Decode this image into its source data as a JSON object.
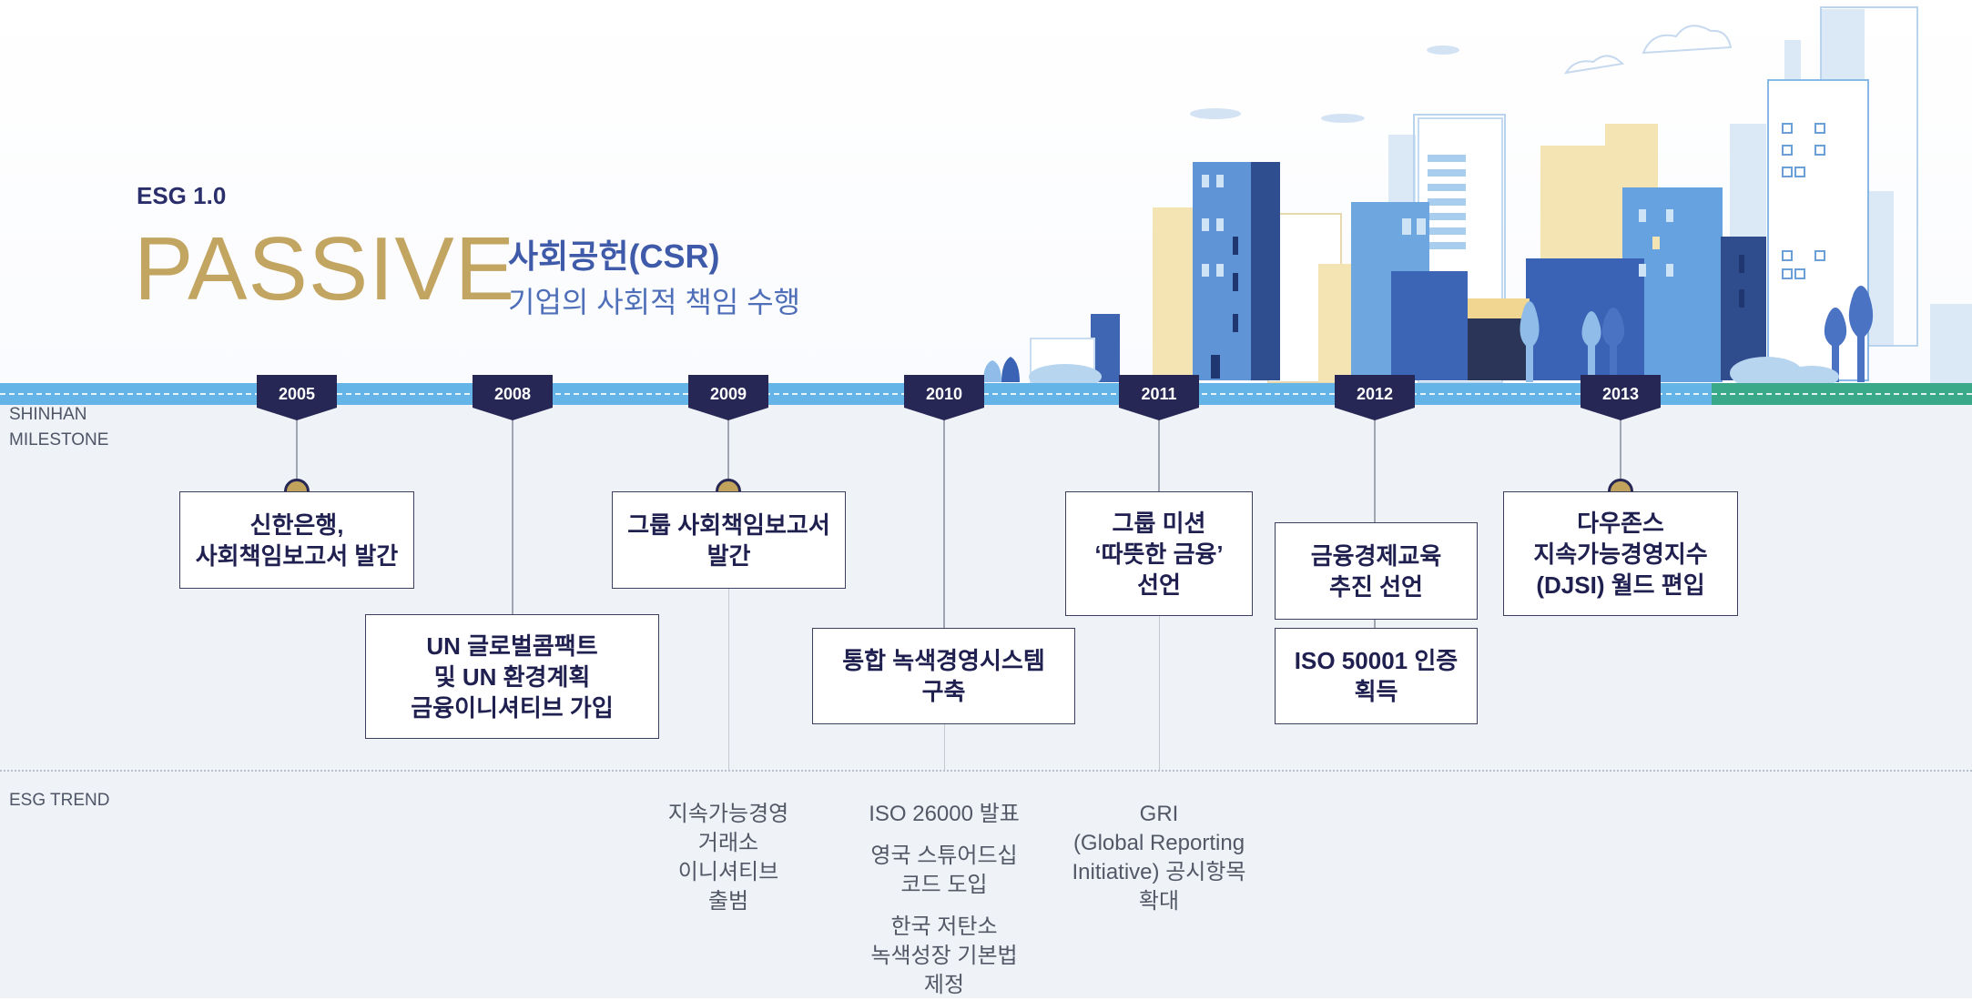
{
  "era": {
    "tag": "ESG 1.0",
    "title": "PASSIVE",
    "subtitle": "사회공헌(CSR)",
    "description": "기업의 사회적 책임 수행"
  },
  "rows": {
    "milestone_label": "SHINHAN\nMILESTONE",
    "trend_label": "ESG TREND"
  },
  "colors": {
    "navy": "#262754",
    "gold": "#c2a35c",
    "timeline_blue": "#65b4e8",
    "timeline_green": "#3aa98a",
    "lavender": "#3e5aa8"
  },
  "years": [
    "2005",
    "2008",
    "2009",
    "2010",
    "2011",
    "2012",
    "2013"
  ],
  "milestones": [
    {
      "year": "2005",
      "text": "신한은행,\n사회책임보고서 발간"
    },
    {
      "year": "2008",
      "text": "UN 글로벌콤팩트\n및 UN 환경계획\n금융이니셔티브 가입"
    },
    {
      "year": "2009",
      "text": "그룹 사회책임보고서\n발간"
    },
    {
      "year": "2010",
      "text": "통합 녹색경영시스템\n구축"
    },
    {
      "year": "2011",
      "text": "그룹 미션\n‘따뜻한 금융’\n선언"
    },
    {
      "year": "2012",
      "text": "금융경제교육\n추진 선언"
    },
    {
      "year": "2012",
      "text": "ISO 50001 인증\n획득"
    },
    {
      "year": "2013",
      "text": "다우존스\n지속가능경영지수\n(DJSI) 월드 편입"
    }
  ],
  "trends": {
    "t2009": "지속가능경영\n거래소\n이니셔티브\n출범",
    "t2010_a": "ISO 26000 발표",
    "t2010_b": "영국 스튜어드십\n코드 도입",
    "t2010_c": "한국 저탄소\n녹색성장 기본법\n제정",
    "t2011": "GRI\n(Global Reporting\nInitiative) 공시항목\n확대"
  }
}
